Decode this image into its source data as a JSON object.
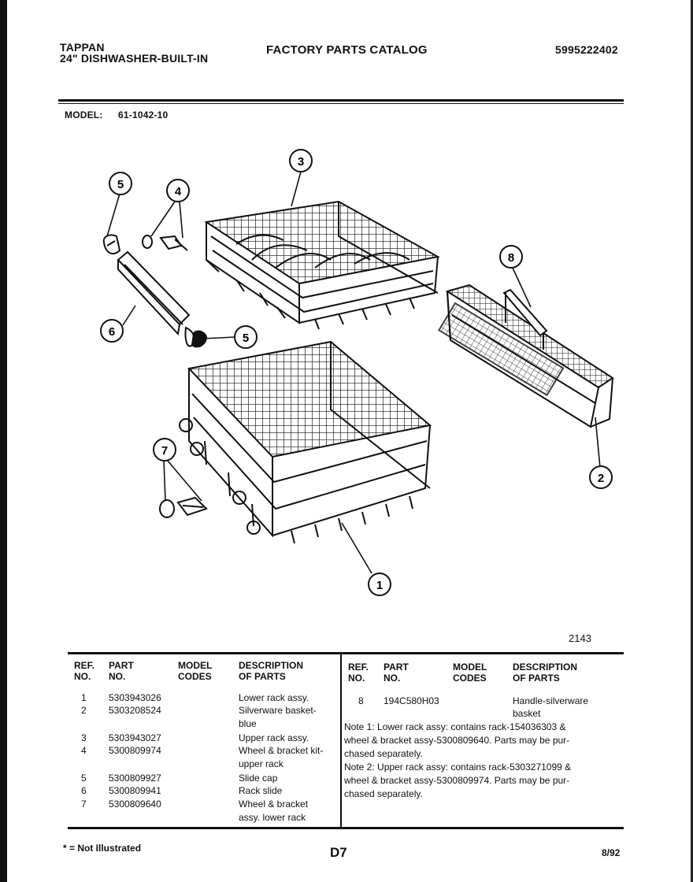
{
  "header": {
    "brand": "TAPPAN",
    "product": "24\" DISHWASHER-BUILT-IN",
    "catalog_title": "FACTORY PARTS CATALOG",
    "catalog_number": "5995222402",
    "model_label": "MODEL:",
    "model_number": "61-1042-10"
  },
  "diagram": {
    "figure_number": "2143",
    "callouts": [
      "1",
      "2",
      "3",
      "4",
      "5",
      "5",
      "6",
      "7",
      "8"
    ]
  },
  "table": {
    "left_headers": {
      "ref_1": "REF.",
      "ref_2": "NO.",
      "part_1": "PART",
      "part_2": "NO.",
      "model_1": "MODEL",
      "model_2": "CODES",
      "desc_1": "DESCRIPTION",
      "desc_2": "OF PARTS"
    },
    "right_headers": {
      "ref_1": "REF.",
      "ref_2": "NO.",
      "part_1": "PART",
      "part_2": "NO.",
      "model_1": "MODEL",
      "model_2": "CODES",
      "desc_1": "DESCRIPTION",
      "desc_2": "OF PARTS"
    },
    "left_rows": [
      {
        "ref": "1",
        "part": "5303943026",
        "desc_1": "Lower rack assy.",
        "desc_2": ""
      },
      {
        "ref": "2",
        "part": "5303208524",
        "desc_1": "Silverware basket-",
        "desc_2": "blue"
      },
      {
        "ref": "3",
        "part": "5303943027",
        "desc_1": "Upper rack assy.",
        "desc_2": ""
      },
      {
        "ref": "4",
        "part": "5300809974",
        "desc_1": "Wheel & bracket kit-",
        "desc_2": "upper rack"
      },
      {
        "ref": "5",
        "part": "5300809927",
        "desc_1": "Slide cap",
        "desc_2": ""
      },
      {
        "ref": "6",
        "part": "5300809941",
        "desc_1": "Rack slide",
        "desc_2": ""
      },
      {
        "ref": "7",
        "part": "5300809640",
        "desc_1": "Wheel & bracket",
        "desc_2": "assy. lower rack"
      }
    ],
    "right_row": {
      "ref": "8",
      "part": "194C580H03",
      "desc_1": "Handle-silverware",
      "desc_2": "basket"
    },
    "notes": [
      "Note 1: Lower rack assy: contains rack-154036303 &",
      "wheel & bracket assy-5300809640.  Parts may be pur-",
      "chased separately.",
      "Note 2: Upper rack assy: contains rack-5303271099 &",
      "wheel & bracket assy-5300809974. Parts may be pur-",
      "chased separately."
    ]
  },
  "footer": {
    "not_illustrated": "* = Not Illustrated",
    "page_code": "D7",
    "date": "8/92"
  }
}
